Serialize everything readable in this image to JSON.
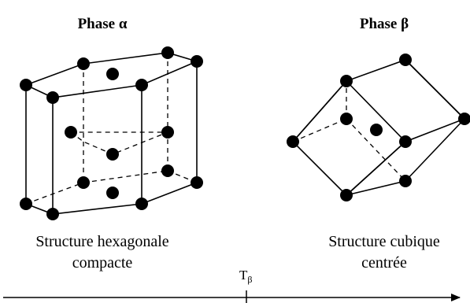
{
  "phase_alpha": {
    "title": "Phase α",
    "caption_line1": "Structure hexagonale",
    "caption_line2": "compacte"
  },
  "phase_beta": {
    "title": "Phase β",
    "caption_line1": "Structure cubique",
    "caption_line2": "centrée"
  },
  "axis": {
    "transition_label": "T",
    "transition_subscript": "β"
  },
  "colors": {
    "ink": "#000000",
    "background": "#ffffff"
  }
}
